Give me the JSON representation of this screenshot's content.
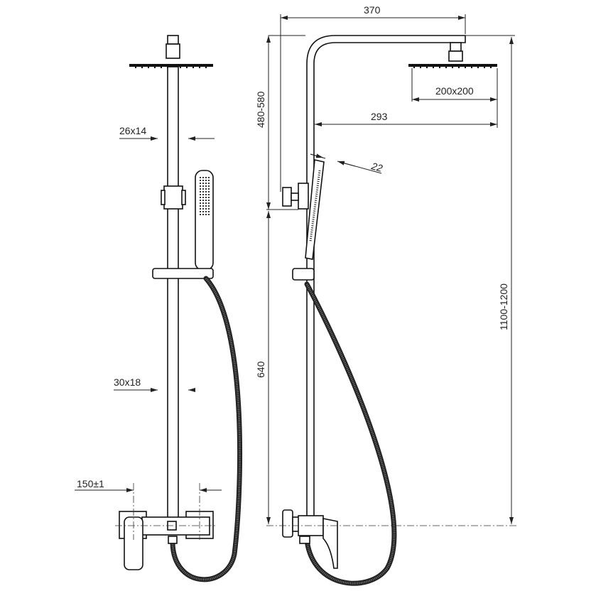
{
  "title": "Shower set technical drawing",
  "dimensions": {
    "width_total": "370",
    "head_size": "200x200",
    "arm_reach": "293",
    "upper_height": "480-580",
    "handshower_width": "22",
    "total_height": "1100-1200",
    "lower_height": "640",
    "rail_top_section": "26x14",
    "rail_bottom_section": "30x18",
    "inlet_spacing": "150±1"
  }
}
